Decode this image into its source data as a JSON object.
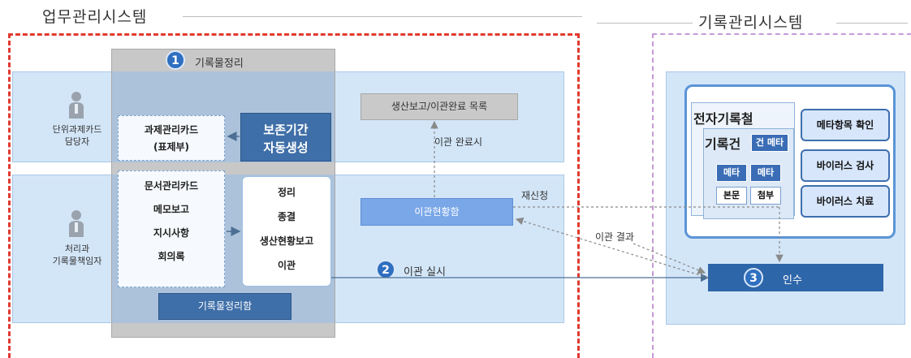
{
  "systems": {
    "left_title": "업무관리시스템",
    "right_title": "기록관리시스템"
  },
  "roles": {
    "top_line1": "단위과제카드",
    "top_line2": "담당자",
    "bottom_line1": "처리과",
    "bottom_line2": "기록물책임자"
  },
  "steps": {
    "step1_num": "1",
    "step1_label": "기록물정리",
    "step2_num": "2",
    "step2_label": "이관 실시",
    "step3_num": "3",
    "step3_label": "인수"
  },
  "cards": {
    "task_card_line1": "과제관리카드",
    "task_card_line2": "(표제부)",
    "doc_list": [
      "문서관리카드",
      "메모보고",
      "지시사항",
      "회의록"
    ]
  },
  "boxes": {
    "retention_line1": "보존기간",
    "retention_line2": "자동생성",
    "production_report": "생산보고/이관완료 목록",
    "transfer_done": "이관 완료시",
    "process_items": [
      "정리",
      "종결",
      "생산현황보고",
      "이관"
    ],
    "status_box": "이관현황함",
    "reapply": "재신청",
    "transfer_result": "이관 결과",
    "organize_box": "기록물정리함"
  },
  "records": {
    "folder_title": "전자기록철",
    "item_title": "기록건",
    "item_meta": "건 메타",
    "meta_a": "메타",
    "meta_b": "메타",
    "body": "본문",
    "attach": "첨부"
  },
  "actions": {
    "meta_check": "메타항목 확인",
    "virus_scan": "바이러스 검사",
    "virus_cure": "바이러스 치료"
  }
}
